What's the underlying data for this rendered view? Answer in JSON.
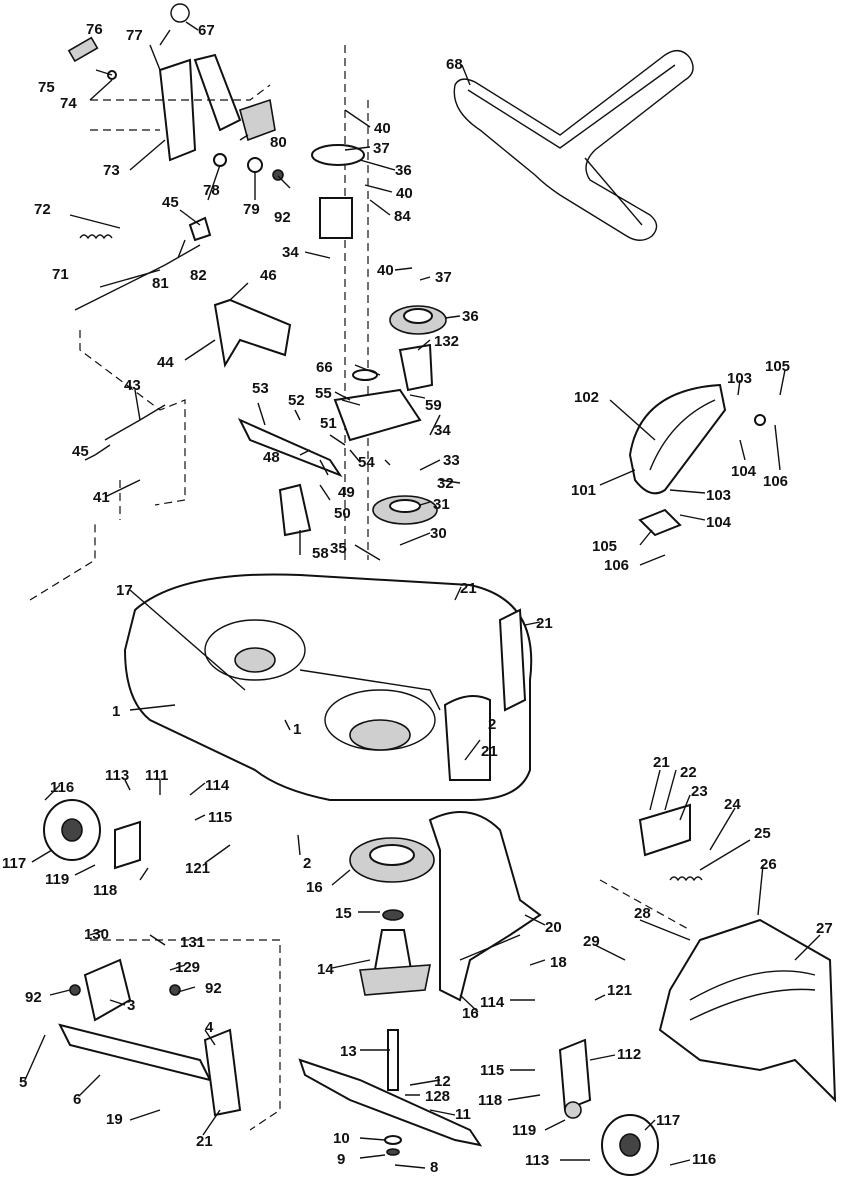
{
  "callouts": [
    {
      "id": "c67",
      "text": "67"
    },
    {
      "id": "c76",
      "text": "76"
    },
    {
      "id": "c77",
      "text": "77"
    },
    {
      "id": "c75",
      "text": "75"
    },
    {
      "id": "c74",
      "text": "74"
    },
    {
      "id": "c73",
      "text": "73"
    },
    {
      "id": "c78",
      "text": "78"
    },
    {
      "id": "c80",
      "text": "80"
    },
    {
      "id": "c79",
      "text": "79"
    },
    {
      "id": "c92a",
      "text": "92"
    },
    {
      "id": "c45a",
      "text": "45"
    },
    {
      "id": "c72",
      "text": "72"
    },
    {
      "id": "c82",
      "text": "82"
    },
    {
      "id": "c81",
      "text": "81"
    },
    {
      "id": "c71",
      "text": "71"
    },
    {
      "id": "c46",
      "text": "46"
    },
    {
      "id": "c44",
      "text": "44"
    },
    {
      "id": "c43",
      "text": "43"
    },
    {
      "id": "c45b",
      "text": "45"
    },
    {
      "id": "c41",
      "text": "41"
    },
    {
      "id": "c53",
      "text": "53"
    },
    {
      "id": "c52",
      "text": "52"
    },
    {
      "id": "c55",
      "text": "55"
    },
    {
      "id": "c51",
      "text": "51"
    },
    {
      "id": "c48",
      "text": "48"
    },
    {
      "id": "c49",
      "text": "49"
    },
    {
      "id": "c50",
      "text": "50"
    },
    {
      "id": "c58",
      "text": "58"
    },
    {
      "id": "c35",
      "text": "35"
    },
    {
      "id": "c17",
      "text": "17"
    },
    {
      "id": "c68",
      "text": "68"
    },
    {
      "id": "c40a",
      "text": "40"
    },
    {
      "id": "c37a",
      "text": "37"
    },
    {
      "id": "c36a",
      "text": "36"
    },
    {
      "id": "c40b",
      "text": "40"
    },
    {
      "id": "c84",
      "text": "84"
    },
    {
      "id": "c34a",
      "text": "34"
    },
    {
      "id": "c40c",
      "text": "40"
    },
    {
      "id": "c37b",
      "text": "37"
    },
    {
      "id": "c36b",
      "text": "36"
    },
    {
      "id": "c132",
      "text": "132"
    },
    {
      "id": "c66",
      "text": "66"
    },
    {
      "id": "c59",
      "text": "59"
    },
    {
      "id": "c34b",
      "text": "34"
    },
    {
      "id": "c33",
      "text": "33"
    },
    {
      "id": "c54",
      "text": "54"
    },
    {
      "id": "c32",
      "text": "32"
    },
    {
      "id": "c31",
      "text": "31"
    },
    {
      "id": "c30",
      "text": "30"
    },
    {
      "id": "c21a",
      "text": "21"
    },
    {
      "id": "c21b",
      "text": "21"
    },
    {
      "id": "c102",
      "text": "102"
    },
    {
      "id": "c103a",
      "text": "103"
    },
    {
      "id": "c105a",
      "text": "105"
    },
    {
      "id": "c104a",
      "text": "104"
    },
    {
      "id": "c106a",
      "text": "106"
    },
    {
      "id": "c101",
      "text": "101"
    },
    {
      "id": "c103b",
      "text": "103"
    },
    {
      "id": "c104b",
      "text": "104"
    },
    {
      "id": "c105b",
      "text": "105"
    },
    {
      "id": "c106b",
      "text": "106"
    },
    {
      "id": "c1a",
      "text": "1"
    },
    {
      "id": "c1b",
      "text": "1"
    },
    {
      "id": "c2a",
      "text": "2"
    },
    {
      "id": "c21c",
      "text": "21"
    },
    {
      "id": "c116a",
      "text": "116"
    },
    {
      "id": "c113a",
      "text": "113"
    },
    {
      "id": "c111",
      "text": "111"
    },
    {
      "id": "c114a",
      "text": "114"
    },
    {
      "id": "c115a",
      "text": "115"
    },
    {
      "id": "c117a",
      "text": "117"
    },
    {
      "id": "c119a",
      "text": "119"
    },
    {
      "id": "c118a",
      "text": "118"
    },
    {
      "id": "c121a",
      "text": "121"
    },
    {
      "id": "c2b",
      "text": "2"
    },
    {
      "id": "c16a",
      "text": "16"
    },
    {
      "id": "c15",
      "text": "15"
    },
    {
      "id": "c14",
      "text": "14"
    },
    {
      "id": "c20",
      "text": "20"
    },
    {
      "id": "c18",
      "text": "18"
    },
    {
      "id": "c16b",
      "text": "16"
    },
    {
      "id": "c130",
      "text": "130"
    },
    {
      "id": "c131",
      "text": "131"
    },
    {
      "id": "c129",
      "text": "129"
    },
    {
      "id": "c92b",
      "text": "92"
    },
    {
      "id": "c3",
      "text": "3"
    },
    {
      "id": "c92c",
      "text": "92"
    },
    {
      "id": "c4",
      "text": "4"
    },
    {
      "id": "c5",
      "text": "5"
    },
    {
      "id": "c6",
      "text": "6"
    },
    {
      "id": "c19",
      "text": "19"
    },
    {
      "id": "c21d",
      "text": "21"
    },
    {
      "id": "c13",
      "text": "13"
    },
    {
      "id": "c12",
      "text": "12"
    },
    {
      "id": "c128",
      "text": "128"
    },
    {
      "id": "c11",
      "text": "11"
    },
    {
      "id": "c10",
      "text": "10"
    },
    {
      "id": "c9",
      "text": "9"
    },
    {
      "id": "c8",
      "text": "8"
    },
    {
      "id": "c21e",
      "text": "21"
    },
    {
      "id": "c22",
      "text": "22"
    },
    {
      "id": "c23",
      "text": "23"
    },
    {
      "id": "c24",
      "text": "24"
    },
    {
      "id": "c25",
      "text": "25"
    },
    {
      "id": "c26",
      "text": "26"
    },
    {
      "id": "c27",
      "text": "27"
    },
    {
      "id": "c28",
      "text": "28"
    },
    {
      "id": "c29",
      "text": "29"
    },
    {
      "id": "c114b",
      "text": "114"
    },
    {
      "id": "c121b",
      "text": "121"
    },
    {
      "id": "c115b",
      "text": "115"
    },
    {
      "id": "c112",
      "text": "112"
    },
    {
      "id": "c118b",
      "text": "118"
    },
    {
      "id": "c119b",
      "text": "119"
    },
    {
      "id": "c117b",
      "text": "117"
    },
    {
      "id": "c113b",
      "text": "113"
    },
    {
      "id": "c116b",
      "text": "116"
    }
  ]
}
